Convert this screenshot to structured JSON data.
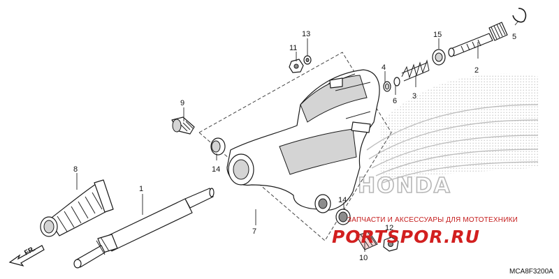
{
  "diagram": {
    "drawing_code": "MCA8F3200A",
    "direction_label": "FR.",
    "brand_mark": "HONDA",
    "watermark": {
      "tagline": "ЗАПЧАСТИ И АКСЕССУАРЫ ДЛЯ МОТОТЕХНИКИ",
      "site": "PORTSPOR.RU"
    },
    "callouts": {
      "c1": "1",
      "c2": "2",
      "c3": "3",
      "c4": "4",
      "c5": "5",
      "c6": "6",
      "c7": "7",
      "c8": "8",
      "c9": "9",
      "c10": "10",
      "c11": "11",
      "c12": "12",
      "c13": "13",
      "c14a": "14",
      "c14b": "14",
      "c15": "15"
    },
    "colors": {
      "watermark_red": "#d21f1f",
      "line": "#1a1a1a",
      "wing_gray": "#b7b7b7"
    }
  }
}
